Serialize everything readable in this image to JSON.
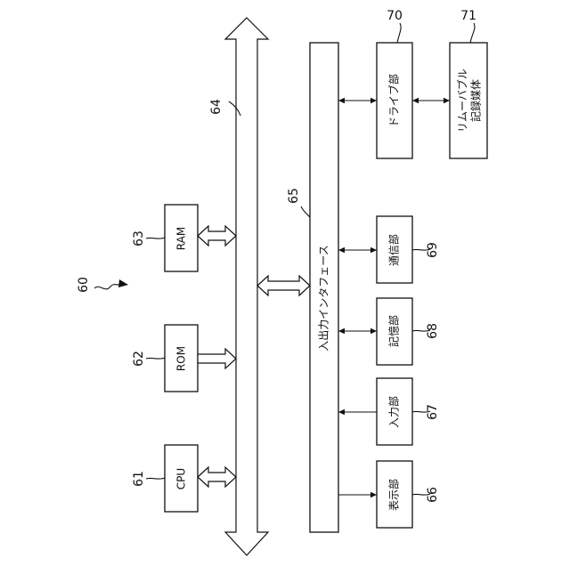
{
  "diagram": {
    "system_ref": "60",
    "bus_ref": "64",
    "interface": {
      "ref": "65",
      "label": "入出力インタフェース"
    },
    "blocks": [
      {
        "id": "cpu",
        "label": "CPU",
        "ref": "61"
      },
      {
        "id": "rom",
        "label": "ROM",
        "ref": "62"
      },
      {
        "id": "ram",
        "label": "RAM",
        "ref": "63"
      },
      {
        "id": "display",
        "label": "表示部",
        "ref": "66"
      },
      {
        "id": "input",
        "label": "入力部",
        "ref": "67"
      },
      {
        "id": "storage",
        "label": "記憶部",
        "ref": "68"
      },
      {
        "id": "comm",
        "label": "通信部",
        "ref": "69"
      },
      {
        "id": "drive",
        "label": "ドライブ部",
        "ref": "70"
      },
      {
        "id": "media",
        "label_lines": [
          "リムーバブル",
          "記録媒体"
        ],
        "ref": "71"
      }
    ]
  }
}
